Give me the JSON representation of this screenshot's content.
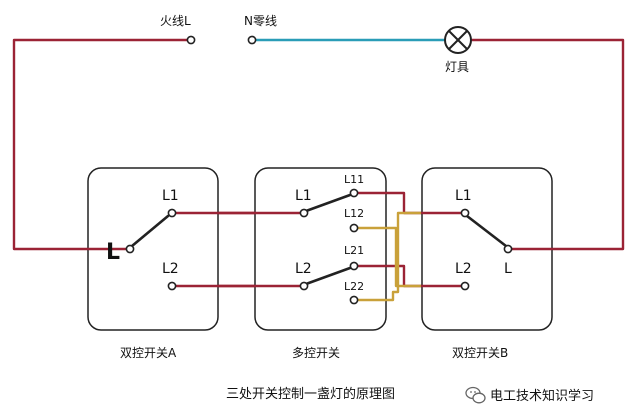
{
  "colors": {
    "live_wire": "#9b2335",
    "neutral_wire": "#2a9db7",
    "traveler_wire": "#c9a13a",
    "switch_lever": "#222222"
  },
  "top": {
    "live_label": "火线L",
    "neutral_label": "N零线",
    "lamp_label": "灯具",
    "lamp_icon": "lamp-icon"
  },
  "switches": [
    {
      "id": "A",
      "caption": "双控开关A",
      "big_L": "L",
      "pins": [
        "L1",
        "L2"
      ]
    },
    {
      "id": "M",
      "caption": "多控开关",
      "pins": [
        "L1",
        "L2",
        "L11",
        "L12",
        "L21",
        "L22"
      ]
    },
    {
      "id": "B",
      "caption": "双控开关B",
      "pins": [
        "L1",
        "L2",
        "L"
      ]
    }
  ],
  "footer": {
    "title": "三处开关控制一盏灯的原理图",
    "watermark": "电工技术知识学习",
    "watermark_icon": "wechat-icon"
  }
}
